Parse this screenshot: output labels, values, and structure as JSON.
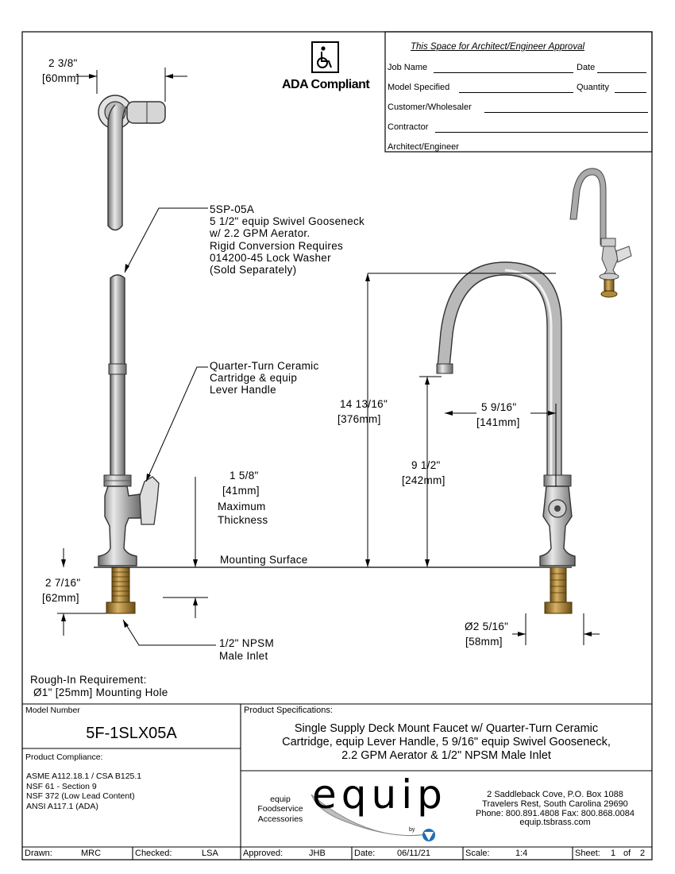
{
  "approval": {
    "title": "This Space for Architect/Engineer Approval",
    "job_name": "Job Name",
    "date": "Date",
    "model_specified": "Model Specified",
    "quantity": "Quantity",
    "customer": "Customer/Wholesaler",
    "contractor": "Contractor",
    "architect": "Architect/Engineer"
  },
  "ada": {
    "label": "ADA Compliant",
    "icon": "wheelchair-icon"
  },
  "dims": {
    "top_width": {
      "imp": "2 3/8\"",
      "met": "60mm"
    },
    "height_total": {
      "imp": "14 13/16\"",
      "met": "376mm"
    },
    "spout_reach": {
      "imp": "5 9/16\"",
      "met": "141mm"
    },
    "spout_height": {
      "imp": "9 1/2\"",
      "met": "242mm"
    },
    "max_thickness": {
      "imp": "1 5/8\"",
      "met": "41mm",
      "label1": "Maximum",
      "label2": "Thickness"
    },
    "shank": {
      "imp": "2 7/16\"",
      "met": "62mm"
    },
    "flange": {
      "imp": "Ø2 5/16\"",
      "met": "58mm"
    }
  },
  "callouts": {
    "gooseneck": [
      "5SP-05A",
      "5 1/2\" equip Swivel Gooseneck",
      "w/ 2.2 GPM Aerator.",
      "Rigid Conversion Requires",
      "014200-45 Lock Washer",
      "(Sold Separately)"
    ],
    "cartridge": [
      "Quarter-Turn Ceramic",
      "Cartridge & equip",
      "Lever Handle"
    ],
    "mounting_surface": "Mounting Surface",
    "inlet": [
      "1/2\" NPSM",
      "Male Inlet"
    ],
    "rough_in": [
      "Rough-In Requirement:",
      "Ø1\" [25mm] Mounting Hole"
    ]
  },
  "titleblock": {
    "model_number_label": "Model Number",
    "model_number": "5F-1SLX05A",
    "compliance_label": "Product Compliance:",
    "compliance": [
      "ASME A112.18.1 / CSA B125.1",
      "NSF 61 - Section 9",
      "NSF 372 (Low Lead Content)",
      "ANSI A117.1 (ADA)"
    ],
    "specs_label": "Product Specifications:",
    "specs": [
      "Single Supply Deck Mount Faucet w/ Quarter-Turn Ceramic",
      "Cartridge, equip Lever Handle, 5 9/16\" equip Swivel Gooseneck,",
      "2.2 GPM Aerator & 1/2\" NPSM Male Inlet"
    ],
    "brand_tag": [
      "equip",
      "Foodservice",
      "Accessories"
    ],
    "brand_logo": "equip",
    "brand_by": "by",
    "address": [
      "2 Saddleback Cove, P.O. Box 1088",
      "Travelers Rest, South Carolina 29690",
      "Phone: 800.891.4808  Fax: 800.868.0084",
      "equip.tsbrass.com"
    ],
    "drawn_label": "Drawn:",
    "drawn": "MRC",
    "checked_label": "Checked:",
    "checked": "LSA",
    "approved_label": "Approved:",
    "approved": "JHB",
    "date_label": "Date:",
    "date": "06/11/21",
    "scale_label": "Scale:",
    "scale": "1:4",
    "sheet_label": "Sheet:",
    "sheet": "1",
    "of_label": "of",
    "sheet_total": "2"
  },
  "colors": {
    "metal": "#9a9a9a",
    "metal_light": "#d4d4d4",
    "brass": "#a07a2c",
    "logo": "#1f6fb3"
  }
}
